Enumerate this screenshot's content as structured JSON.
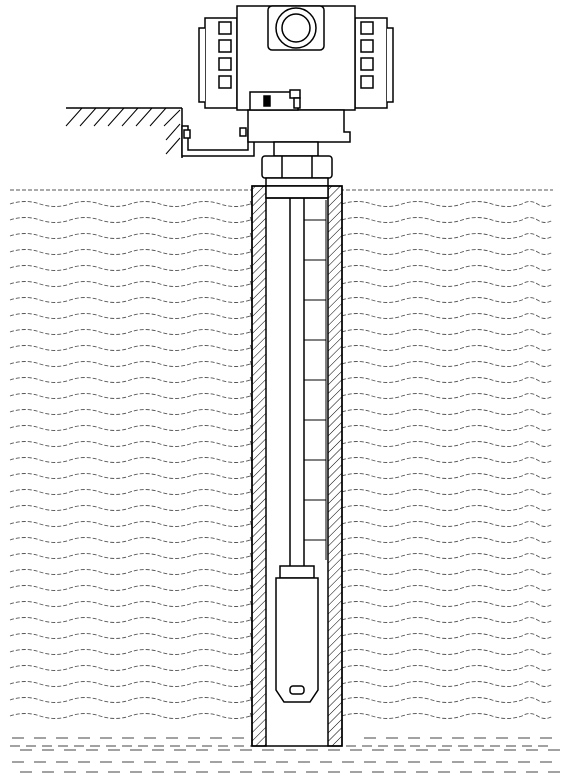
{
  "diagram": {
    "type": "submersible-level-transmitter-installation",
    "colors": {
      "line": "#000000",
      "background": "#ffffff",
      "water_dash": "#555555"
    },
    "components": [
      "transmitter-housing",
      "cover-cap",
      "terminal-fins-left",
      "terminal-fins-right",
      "cable-gland",
      "mounting-bracket",
      "wall-support",
      "hex-nut",
      "stilling-pipe",
      "suspension-cable",
      "submersible-probe",
      "water-body",
      "bottom-sediment"
    ]
  }
}
